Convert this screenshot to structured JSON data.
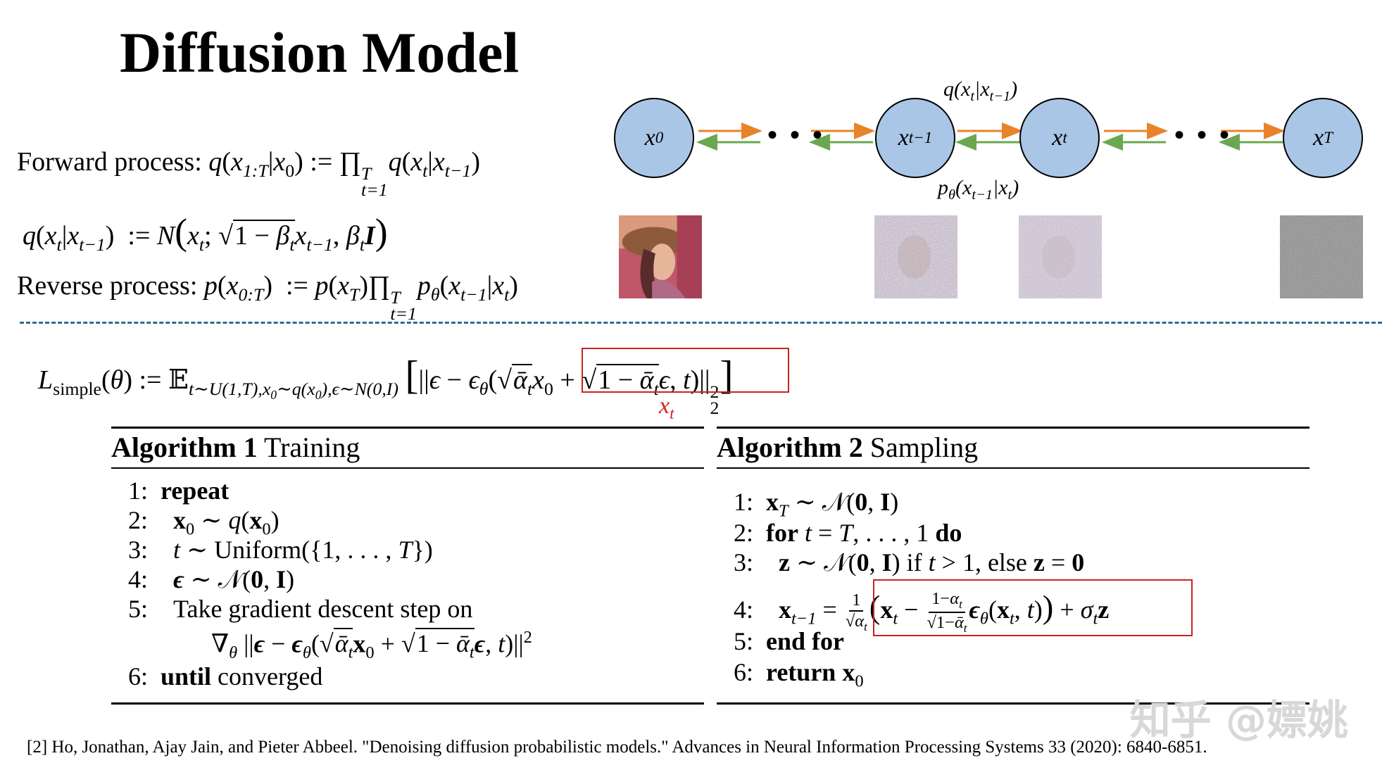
{
  "title": "Diffusion Model",
  "equations": {
    "forward_label": "Forward process:",
    "forward_tex": "q(x_{1:T}|x_0) := \\prod_{t=1}^{T} q(x_t|x_{t-1})",
    "forward_step_tex": "q(x_t|x_{t-1}) := N(x_t; \\sqrt{1-\\beta_t} x_{t-1}, \\beta_t I)",
    "reverse_label": "Reverse process:",
    "reverse_tex": "p(x_{0:T}) := p(x_T) \\prod_{t=1}^{T} p_\\theta(x_{t-1}|x_t)",
    "loss_tex": "L_{simple}(\\theta) := E_{t~U(1,T), x_0~q(x_0), \\epsilon~N(0,I)} [ || \\epsilon - \\epsilon_\\theta(\\sqrt{\\bar\\alpha_t} x_0 + \\sqrt{1-\\bar\\alpha_t}\\epsilon, t) ||_2^2 ]",
    "highlight_label_tex": "x_t"
  },
  "chain": {
    "nodes_tex": [
      "x_0",
      "x_{t-1}",
      "x_t",
      "x_T"
    ],
    "ellipsis": "• • •",
    "forward_edge_tex": "q(x_t|x_{t-1})",
    "reverse_edge_tex": "p_\\theta(x_{t-1}|x_t)",
    "forward_arrow_color": "#e8832a",
    "reverse_arrow_color": "#6aa84f",
    "node_fill": "#a9c6e6",
    "image_noise_levels": [
      0.0,
      0.55,
      0.7,
      1.0
    ]
  },
  "algorithm1": {
    "title_bold": "Algorithm 1",
    "title_rest": "Training",
    "lines": [
      {
        "num": "1:",
        "tex": "\\textbf{repeat}"
      },
      {
        "num": "2:",
        "tex": "x_0 \\sim q(x_0)"
      },
      {
        "num": "3:",
        "tex": "t \\sim Uniform(\\{1, . . . , T\\})"
      },
      {
        "num": "4:",
        "tex": "\\epsilon \\sim N(0, I)"
      },
      {
        "num": "5:",
        "text": "Take gradient descent step on"
      },
      {
        "num": "",
        "tex": "\\nabla_\\theta || \\epsilon - \\epsilon_\\theta(\\sqrt{\\bar\\alpha_t} x_0 + \\sqrt{1-\\bar\\alpha_t}\\epsilon, t) ||^2"
      },
      {
        "num": "6:",
        "bold": "until",
        "text": "converged"
      }
    ]
  },
  "algorithm2": {
    "title_bold": "Algorithm 2",
    "title_rest": "Sampling",
    "lines": [
      {
        "num": "1:",
        "tex": "x_T \\sim N(0, I)"
      },
      {
        "num": "2:",
        "tex": "\\textbf{for} t = T, . . . , 1 \\textbf{do}"
      },
      {
        "num": "3:",
        "tex": "z \\sim N(0, I) if t > 1, else z = 0"
      },
      {
        "num": "4:",
        "tex": "x_{t-1} = \\frac{1}{\\sqrt{\\alpha_t}} ( x_t - \\frac{1-\\alpha_t}{\\sqrt{1-\\bar\\alpha_t}} \\epsilon_\\theta(x_t, t) ) + \\sigma_t z"
      },
      {
        "num": "5:",
        "bold": "end for"
      },
      {
        "num": "6:",
        "tex": "\\textbf{return} x_0"
      }
    ]
  },
  "highlight_color": "#cc2222",
  "watermark": "知乎 @嫖姚",
  "citation": "[2] Ho, Jonathan, Ajay Jain, and Pieter Abbeel. \"Denoising diffusion probabilistic models.\" Advances in Neural Information Processing Systems 33 (2020): 6840-6851."
}
